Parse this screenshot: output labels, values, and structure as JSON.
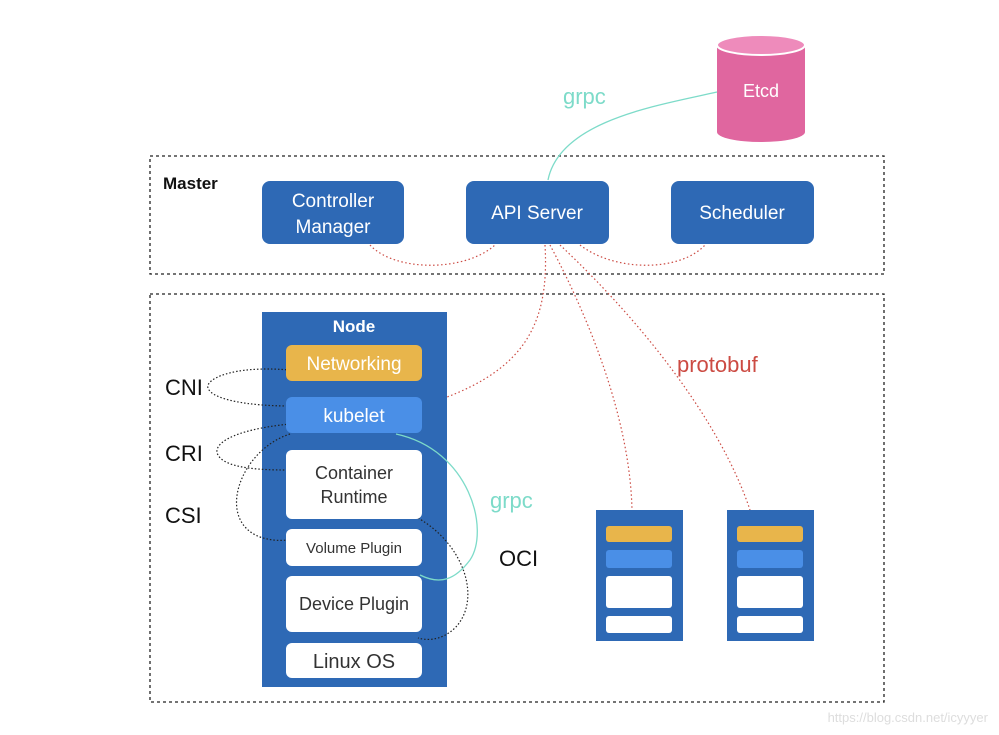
{
  "etcd": {
    "label": "Etcd"
  },
  "connections": {
    "grpc_top": "grpc",
    "grpc_node": "grpc",
    "protobuf": "protobuf"
  },
  "master": {
    "title": "Master",
    "controller_manager_line1": "Controller",
    "controller_manager_line2": "Manager",
    "api_server": "API Server",
    "scheduler": "Scheduler"
  },
  "node": {
    "title": "Node",
    "networking": "Networking",
    "kubelet": "kubelet",
    "container_runtime_line1": "Container",
    "container_runtime_line2": "Runtime",
    "volume_plugin": "Volume Plugin",
    "device_plugin": "Device Plugin",
    "linux_os": "Linux OS"
  },
  "interfaces": {
    "cni": "CNI",
    "cri": "CRI",
    "csi": "CSI",
    "oci": "OCI"
  },
  "watermark": "https://blog.csdn.net/icyyyer",
  "colors": {
    "blue_dark": "#2e69b5",
    "blue_light": "#4a8fe7",
    "yellow": "#e8b54b",
    "pink": "#e0669f",
    "grpc": "#7ddbc9",
    "protobuf": "#cc4b43"
  }
}
